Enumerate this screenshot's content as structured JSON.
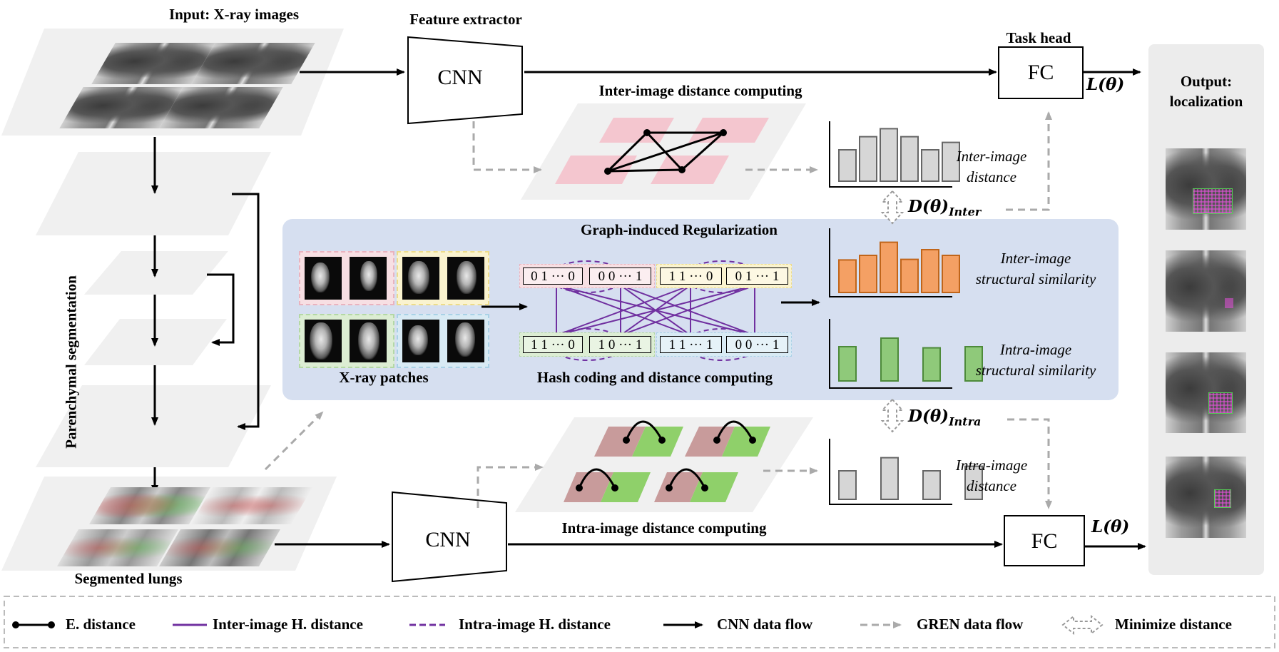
{
  "labels": {
    "input": "Input: X-ray images",
    "feature_extractor": "Feature extractor",
    "cnn_top": "CNN",
    "cnn_bottom": "CNN",
    "task_head": "Task head",
    "fc_top": "FC",
    "fc_bottom": "FC",
    "loss_top": "L(θ)",
    "loss_bottom": "L(θ)",
    "output": "Output:",
    "output2": "localization",
    "inter_distance_computing": "Inter-image distance computing",
    "intra_distance_computing": "Intra-image distance computing",
    "inter_image_distance_1": "Inter-image",
    "inter_image_distance_2": "distance",
    "intra_image_distance_1": "Intra-image",
    "intra_image_distance_2": "distance",
    "d_inter_main": "D(θ)",
    "d_inter_sub": "Inter",
    "d_intra_main": "D(θ)",
    "d_intra_sub": "Intra",
    "gir": "Graph-induced Regularization",
    "xray_patches": "X-ray patches",
    "hash_coding": "Hash coding and distance computing",
    "inter_structural_1": "Inter-image",
    "inter_structural_2": "structural similarity",
    "intra_structural_1": "Intra-image",
    "intra_structural_2": "structural similarity",
    "parenchymal": "Parenchymal segmentation",
    "segmented_lungs": "Segmented lungs"
  },
  "hash_codes": {
    "top": [
      "0 1 ··· 0",
      "0 0 ··· 1",
      "1 1 ··· 0",
      "0 1 ··· 1"
    ],
    "bottom": [
      "1 1 ··· 0",
      "1 0 ··· 1",
      "1 1 ··· 1",
      "0 0 ··· 1"
    ]
  },
  "legend": {
    "e_distance": "E. distance",
    "inter_h": "Inter-image H. distance",
    "intra_h": "Intra-image H. distance",
    "cnn_flow": "CNN data flow",
    "gren_flow": "GREN data flow",
    "minimize": "Minimize distance"
  },
  "bar_charts": {
    "inter_image_distance": [
      0.55,
      0.78,
      0.92,
      0.78,
      0.55,
      0.68
    ],
    "inter_structural_similarity": [
      0.57,
      0.65,
      0.88,
      0.58,
      0.75,
      0.65
    ],
    "intra_structural_similarity": [
      0.6,
      0.75,
      0.58,
      0.6
    ],
    "intra_image_distance": [
      0.5,
      0.73,
      0.5,
      0.58
    ]
  },
  "colors": {
    "gray_bar": "#d6d6d6",
    "orange_bar": "#f4a064",
    "green_bar": "#8fc97a",
    "purple": "#7030a0",
    "gir_bg": "#d9e1f2",
    "panel_bg": "#eeeeee",
    "pink_tile": "#f4c7cf",
    "red_tile": "#c99a9a",
    "green_tile": "#8fd06a"
  }
}
